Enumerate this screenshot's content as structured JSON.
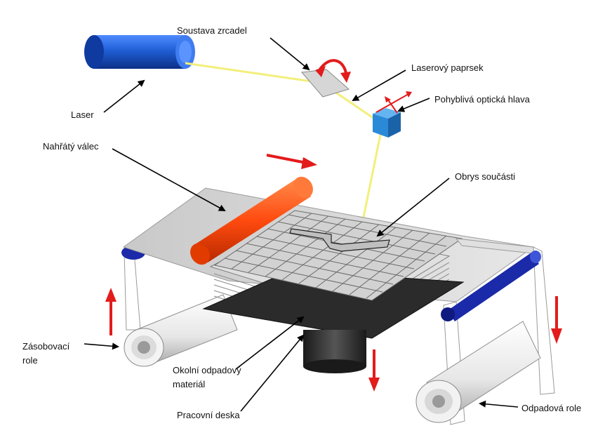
{
  "labels": {
    "mirror_system": "Soustava zrcadel",
    "laser_beam": "Laserový paprsek",
    "laser": "Laser",
    "optical_head": "Pohyblivá optická hlava",
    "heated_roller": "Nahřátý válec",
    "part_outline": "Obrys součásti",
    "supply_roll_line1": "Zásobovací",
    "supply_roll_line2": "role",
    "waste_material_line1": "Okolní odpadový",
    "waste_material_line2": "materiál",
    "work_plate": "Pracovní deska",
    "waste_roll": "Odpadová role"
  },
  "colors": {
    "laser_blue": "#1f5fd6",
    "beam_yellow": "#f2ef7a",
    "roller_orange": "#ff4a0f",
    "arrow_red": "#e31b1b",
    "head_blue": "#2a8ad8",
    "rod_navy": "#1a2aa8"
  }
}
